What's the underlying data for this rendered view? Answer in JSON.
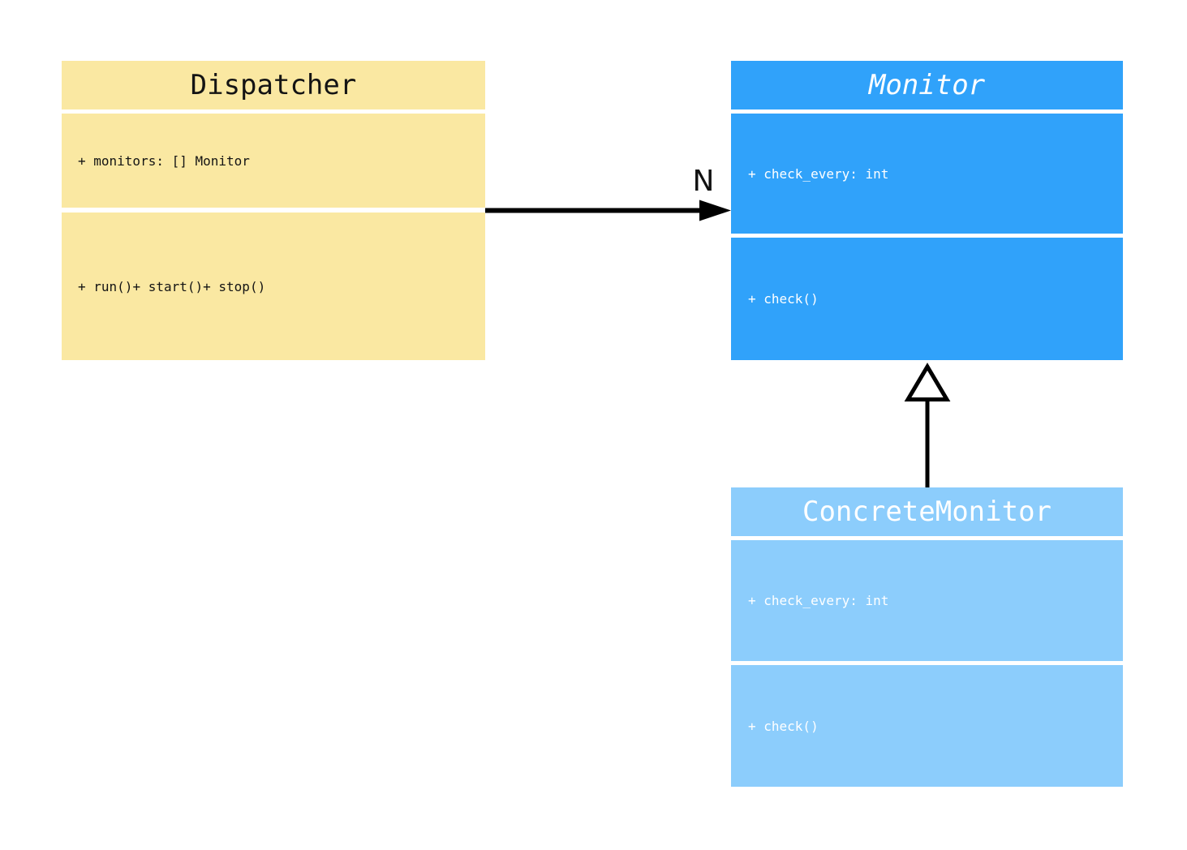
{
  "diagram": {
    "type": "uml-class-diagram",
    "background": "#ffffff",
    "classes": {
      "dispatcher": {
        "title": "Dispatcher",
        "attributes": "+ monitors: [] Monitor",
        "methods": [
          "+ run()",
          "+ start()",
          "+ stop()"
        ],
        "fill": "#FAE8A2",
        "text_color": "#141414"
      },
      "monitor": {
        "title": "Monitor",
        "abstract": true,
        "attributes": "+ check_every: int",
        "methods": [
          "+ check()"
        ],
        "fill": "#30A2FA",
        "text_color": "#FFFFFF"
      },
      "concrete_monitor": {
        "title": "ConcreteMonitor",
        "abstract": false,
        "attributes": "+ check_every: int",
        "methods": [
          "+ check()"
        ],
        "fill": "#8CCDFC",
        "text_color": "#FFFFFF"
      }
    },
    "connectors": {
      "association": {
        "label": "N",
        "from": "Dispatcher",
        "to": "Monitor",
        "style": "solid-filled-arrow",
        "color": "#000000"
      },
      "inheritance": {
        "from": "ConcreteMonitor",
        "to": "Monitor",
        "style": "hollow-triangle",
        "color": "#000000"
      }
    }
  }
}
